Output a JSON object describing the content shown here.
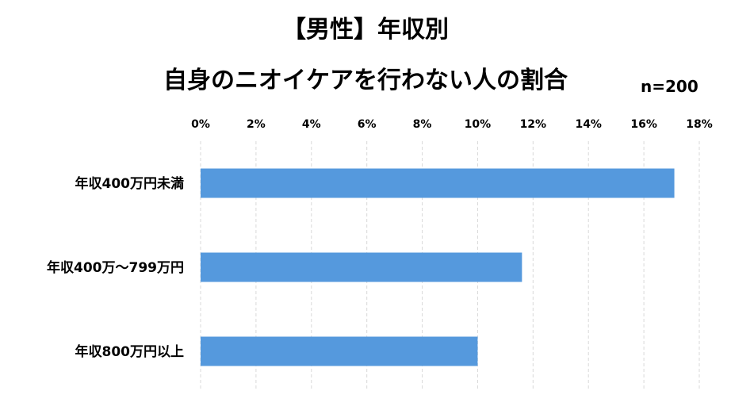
{
  "chart_data": {
    "type": "bar",
    "orientation": "horizontal",
    "title_lines": [
      "【男性】年収別",
      "自身のニオイケアを行わない人の割合"
    ],
    "note": "n=200",
    "categories": [
      "年収400万円未満",
      "年収400万～799万円",
      "年収800万円以上"
    ],
    "series": [
      {
        "values": [
          17.1,
          11.6,
          10.0
        ]
      }
    ],
    "unit": "%",
    "xlim": [
      0,
      18
    ],
    "x_ticks": [
      0,
      2,
      4,
      6,
      8,
      10,
      12,
      14,
      16,
      18
    ],
    "x_tick_labels": [
      "0%",
      "2%",
      "4%",
      "6%",
      "8%",
      "10%",
      "12%",
      "14%",
      "16%",
      "18%"
    ],
    "axis_position": "top",
    "grid": "vertical-dashed",
    "bar_color": "#5599dd",
    "grid_color": "#d9d9d9"
  }
}
